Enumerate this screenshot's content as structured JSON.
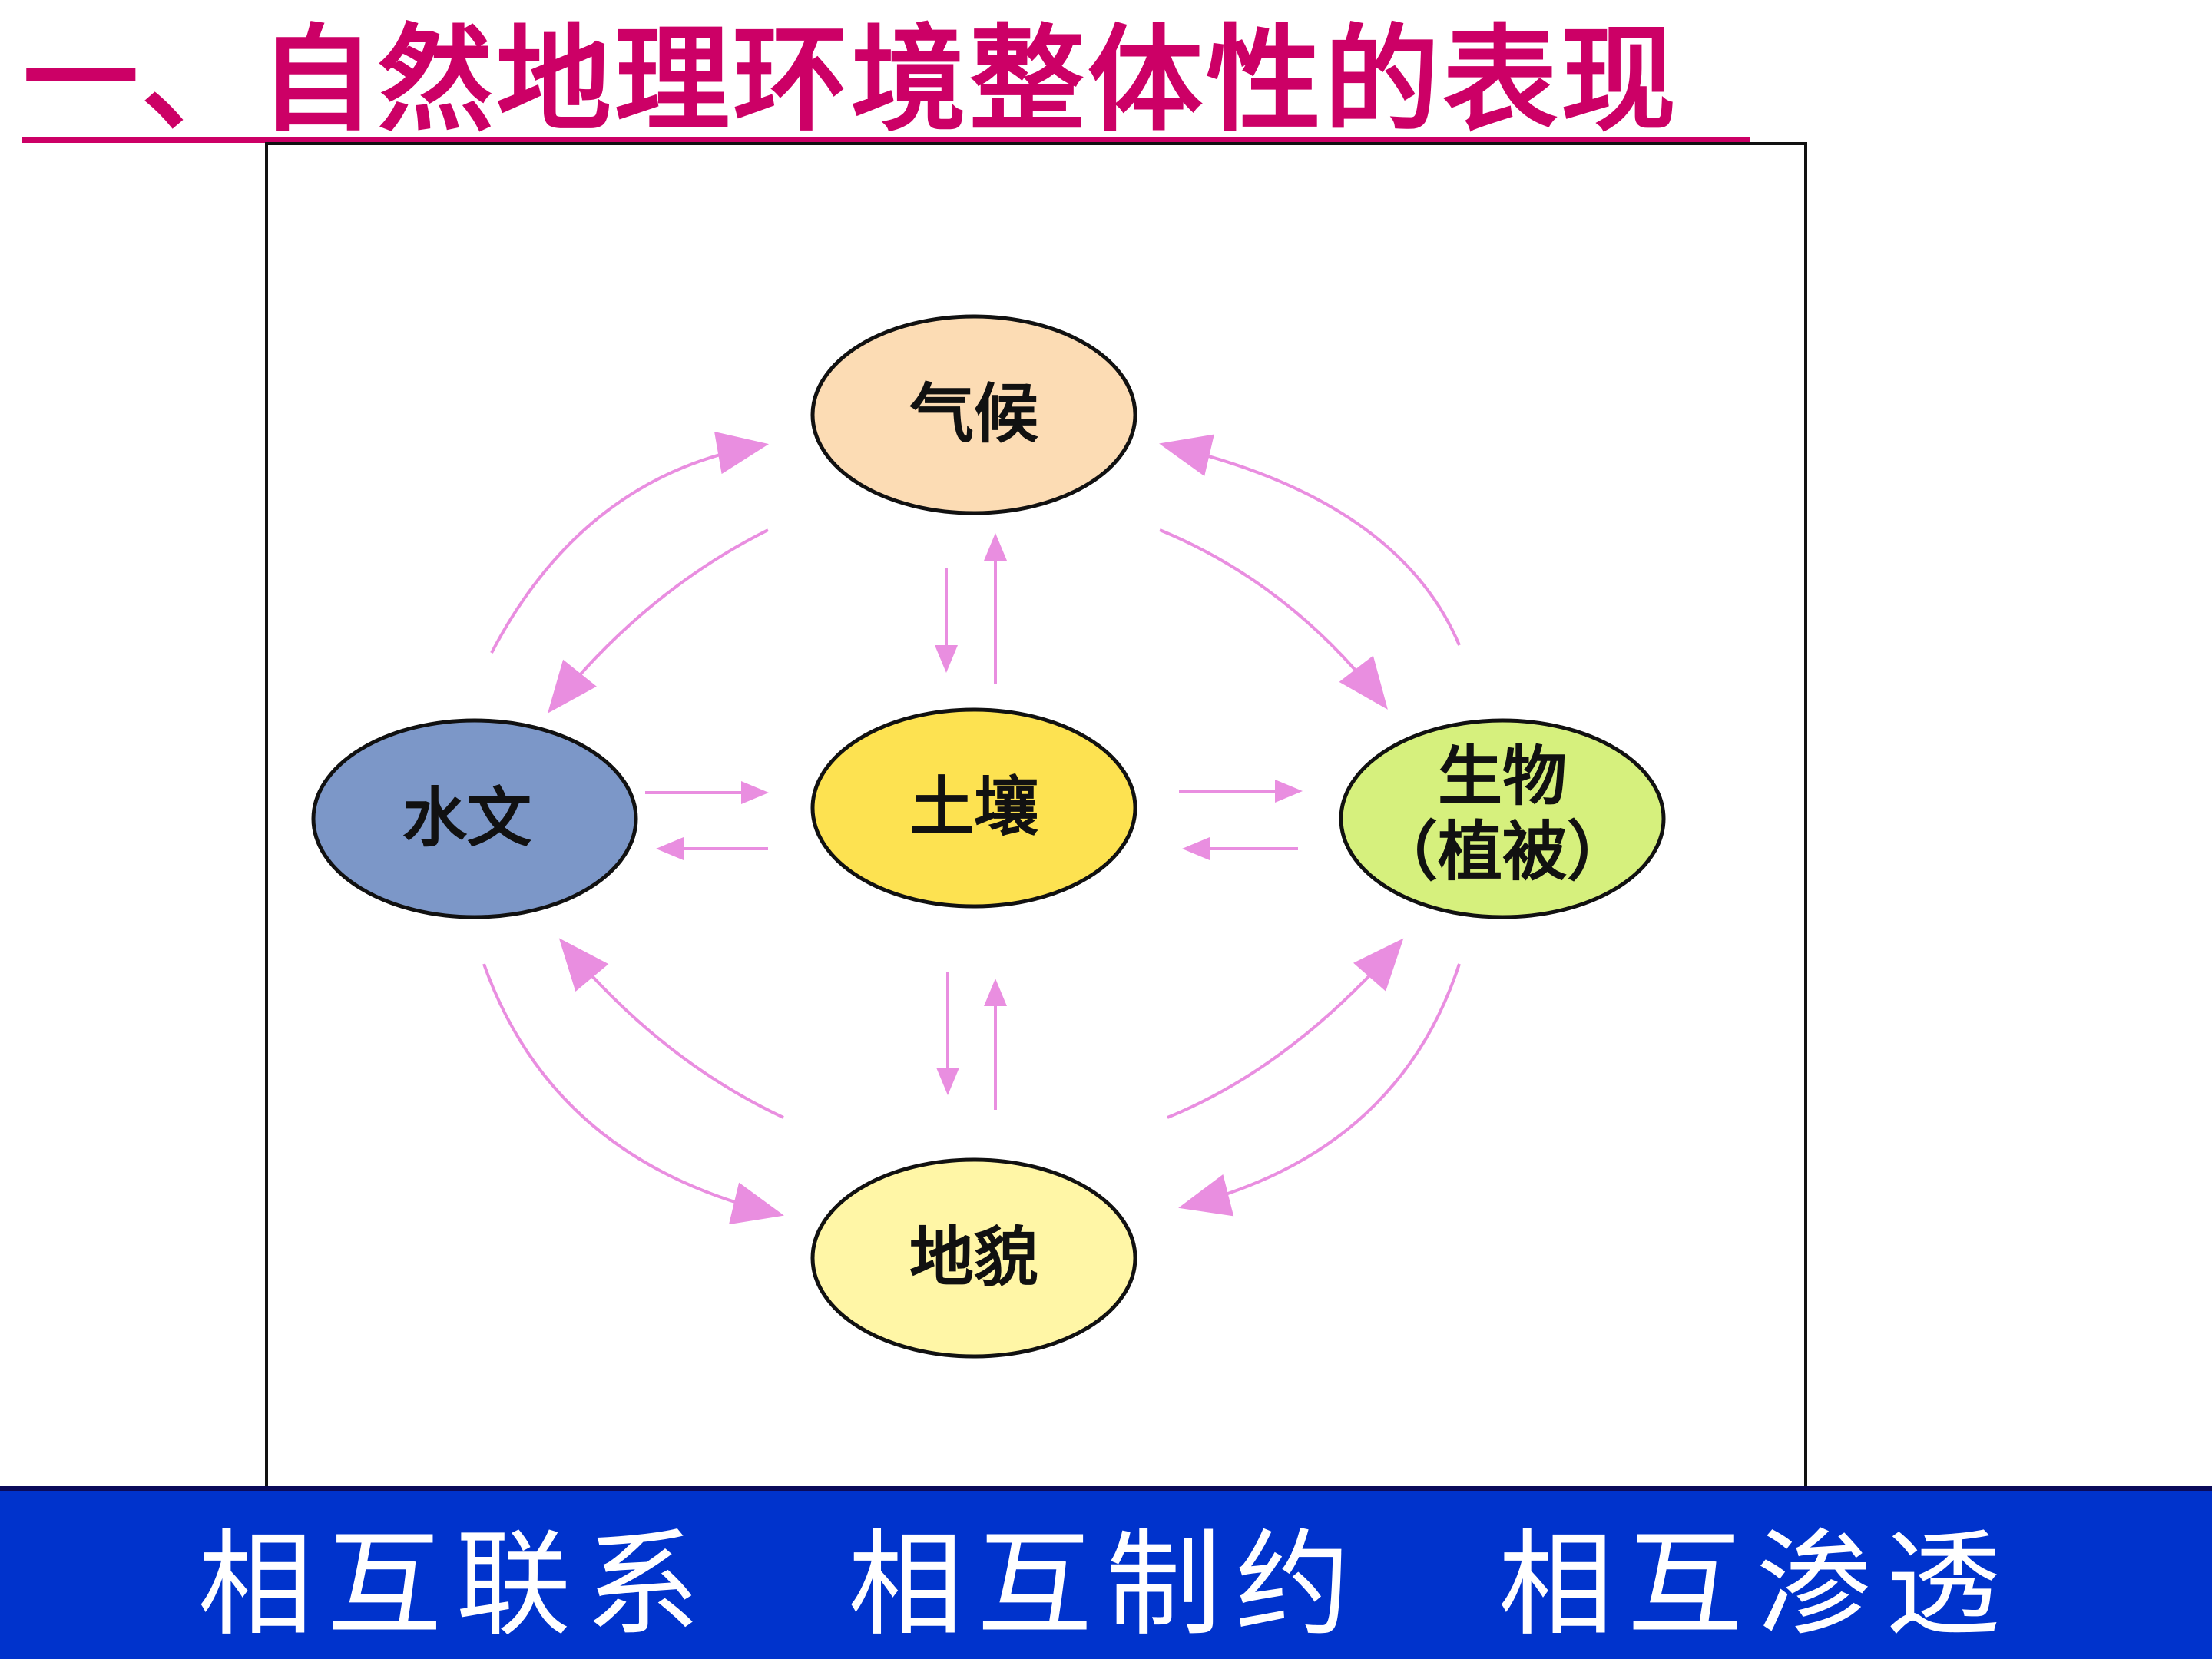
{
  "title": "一、自然地理环境整体性的表现",
  "nodes": {
    "climate": "气候",
    "hydrology": "水文",
    "soil": "土壤",
    "biology_line1": "生物",
    "biology_line2": "（植被）",
    "landform": "地貌"
  },
  "colors": {
    "title": "#cc0066",
    "climate": "#fcdcb4",
    "hydrology": "#7c97c8",
    "soil": "#fde251",
    "biology": "#d6f07d",
    "landform": "#fff6a6",
    "arrow": "#e98ee0",
    "banner": "#0033cc"
  },
  "banner": {
    "items": [
      "相互联系",
      "相互制约",
      "相互渗透"
    ]
  }
}
